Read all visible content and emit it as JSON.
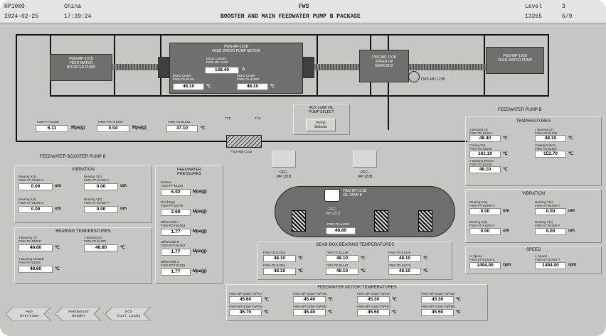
{
  "header": {
    "screen_id": "HP1000",
    "site": "China",
    "system": "FWS",
    "level_label": "Level",
    "level_value": "3",
    "date": "2024-02-25",
    "time": "17:39:24",
    "page_title": "BOOSTER AND MAIN FEEDWATER PUMP B PACKAGE",
    "code": "13265",
    "page": "6/9"
  },
  "equipment": {
    "booster_pump": "FWS-MP-101B\nFEED WATER\nBOOSTER PUMP",
    "motor": "FWS-MP-101B\nFEED WATER PUMP MOTOR",
    "gearbox": "FWS-MP-101B\nSPEED UP\nGEAR BOX",
    "main_pump": "FWS-MP-102B\nFEED WATER PUMP",
    "oil_tank": "FWS-MT-121B\nOIL TANK B",
    "valve_tag": "FWS-MB-121B",
    "pressure_tag": "FWS-MP-121B"
  },
  "motor": {
    "current_label": "Motor Current\nFWS-MP-101B",
    "current_value": "128.40",
    "current_unit": "A",
    "cooler1_label": "Motor Cooler\nFWS-TE-51101",
    "cooler1_value": "48.10",
    "cooler2_label": "Motor Cooler\nFWS-TE-51103",
    "cooler2_value": "48.10",
    "temp_unit": "℃"
  },
  "aux_lube": {
    "title": "AUX LUBE OIL\nPUMP SELECT",
    "button": "Pump\nSelector"
  },
  "line_readings": [
    {
      "tag": "FWS-PT-51080",
      "value": "6.11",
      "unit": "Mpa(g)"
    },
    {
      "tag": "FWS-PDT-51205",
      "value": "0.04",
      "unit": "Mpa(g)"
    },
    {
      "tag": "FWS-TE-51016",
      "value": "47.10",
      "unit": "℃"
    }
  ],
  "tce_labels": [
    "TCE",
    "TCE"
  ],
  "pfc_labels": [
    "PFC-\nMP-121B",
    "PFC-\nMP-122B",
    "PFC-\nMP-121B"
  ],
  "tank_temp": {
    "tag": "FWS-TE-51088",
    "value": "48.80"
  },
  "booster_section": {
    "title": "FEEDWATER BOOSTER PUMP B",
    "vibration": {
      "title": "VIBRATION",
      "items": [
        {
          "label": "Bearing X(1)\nFWS-VT-51408-X",
          "value": "0.00",
          "unit": "um"
        },
        {
          "label": "Bearing Y(1)\nFWS-VT-51408-Y",
          "value": "0.00",
          "unit": "um"
        },
        {
          "label": "Bearing X(2)\nFWS-VT-51409-X",
          "value": "0.00",
          "unit": "um"
        },
        {
          "label": "Bearing Y(2)\nFWS-VT-51409-Y",
          "value": "0.00",
          "unit": "um"
        }
      ]
    },
    "bearing_temps": {
      "title": "BEARING TEMPERATURES",
      "items": [
        {
          "label": "J Bearing (1)\nFWS-TE-51068",
          "value": "48.60",
          "unit": "℃"
        },
        {
          "label": "J Bearing (2)\nFWS-TE-51070",
          "value": "48.60",
          "unit": "℃"
        },
        {
          "label": "T Bearing Outside\nFWS-TE-51060",
          "value": "48.60",
          "unit": "℃"
        }
      ]
    }
  },
  "pressures": {
    "title": "FEEDWATER\nPRESSURES",
    "items": [
      {
        "label": "Suction\nFWS-PT-51229",
        "value": "6.92",
        "unit": "Mpa(g)"
      },
      {
        "label": "Discharge\nFWS-PT-51079",
        "value": "2.69",
        "unit": "Mpa(g)"
      },
      {
        "label": "Differential A\nFWS-PDT-51053",
        "value": "1.77",
        "unit": "Mpa(g)"
      },
      {
        "label": "Differential B\nFWS-PDT-51054",
        "value": "1.77",
        "unit": "Mpa(g)"
      },
      {
        "label": "Differential C\nFWS-PDT-51055",
        "value": "1.77",
        "unit": "Mpa(g)"
      }
    ]
  },
  "gearbox_temps": {
    "title": "GEAR BOX BEARING TEMPERATURES",
    "items": [
      {
        "label": "FWS-TE-51225",
        "value": "48.10",
        "unit": "℃"
      },
      {
        "label": "FWS-TE-51226",
        "value": "48.10",
        "unit": "℃"
      },
      {
        "label": "FWS-TE-51246",
        "value": "48.10",
        "unit": "℃"
      },
      {
        "label": "FWS-TE-51254",
        "value": "48.10",
        "unit": "℃"
      },
      {
        "label": "FWS-TE-51243",
        "value": "48.10",
        "unit": "℃"
      },
      {
        "label": "FWS-TE-51276",
        "value": "48.10",
        "unit": "℃"
      }
    ]
  },
  "motor_temps": {
    "title": "FEEDWATER MOTOR TEMPERATURES",
    "items": [
      {
        "label": "FWS-MP-102B-TWP1A",
        "value": "45.60",
        "unit": "℃"
      },
      {
        "label": "FWS-MP-102B-TWP1B",
        "value": "45.40",
        "unit": "℃"
      },
      {
        "label": "FWS-MP-102B-TWP2A",
        "value": "45.30",
        "unit": "℃"
      },
      {
        "label": "FWS-MP-102B-TWP2B",
        "value": "45.30",
        "unit": "℃"
      },
      {
        "label": "FWS-MP-102B-TWP3A",
        "value": "45.70",
        "unit": "℃"
      },
      {
        "label": "FWS-MP-102B-TWP3B",
        "value": "45.40",
        "unit": "℃"
      },
      {
        "label": "FWS-MP-102B-TWP4A",
        "value": "45.50",
        "unit": "℃"
      },
      {
        "label": "FWS-MP-102B-TWP4B",
        "value": "45.50",
        "unit": "℃"
      }
    ]
  },
  "feedwater_pump": {
    "title": "FEEDWATER PUMP B",
    "temps": {
      "title": "TEMPERATURES",
      "items": [
        {
          "label": "J Bearing (1)\nFWS-TE-51204",
          "value": "48.40",
          "unit": "℃"
        },
        {
          "label": "J Bearing (2)\nFWS-TE-51205",
          "value": "48.10",
          "unit": "℃"
        },
        {
          "label": "Casing Top\nFWS-TE-51206",
          "value": "161.10",
          "unit": "℃"
        },
        {
          "label": "Casing Bottom\nFWS-TE-51207",
          "value": "153.70",
          "unit": "℃"
        },
        {
          "label": "T Bearing Return\nFWS-TE-51208",
          "value": "48.10",
          "unit": "℃"
        }
      ]
    },
    "vibration": {
      "title": "VIBRATION",
      "items": [
        {
          "label": "Bearing X(1)\nFWS-VT-51408-X",
          "value": "0.00",
          "unit": "um"
        },
        {
          "label": "Bearing Y(1)\nFWS-VT-51408-Y",
          "value": "0.00",
          "unit": "um"
        },
        {
          "label": "Bearing X(2)\nFWS-VT-51409-X",
          "value": "0.00",
          "unit": "um"
        },
        {
          "label": "Bearing Y(2)\nFWS-VT-51409-Y",
          "value": "0.00",
          "unit": "um"
        }
      ]
    },
    "speed": {
      "title": "SPEED",
      "items": [
        {
          "label": "H-Speed\nFWS-ST-51445-X",
          "value": "1494.00",
          "unit": "rpm"
        },
        {
          "label": "L-Speed\nFWS-ST-51445-Y",
          "value": "1494.00",
          "unit": "rpm"
        }
      ]
    }
  },
  "nav": {
    "fws_overview": "FWS\nOverview",
    "feedwater_header": "Feedwater\nHeader",
    "ecs_cool_loads": "ECS\nCool Loads"
  },
  "colors": {
    "background": "#c6c6c2",
    "equipment": "#6f6f6d",
    "pipe": "#111111",
    "value_box": "#ffffff"
  }
}
